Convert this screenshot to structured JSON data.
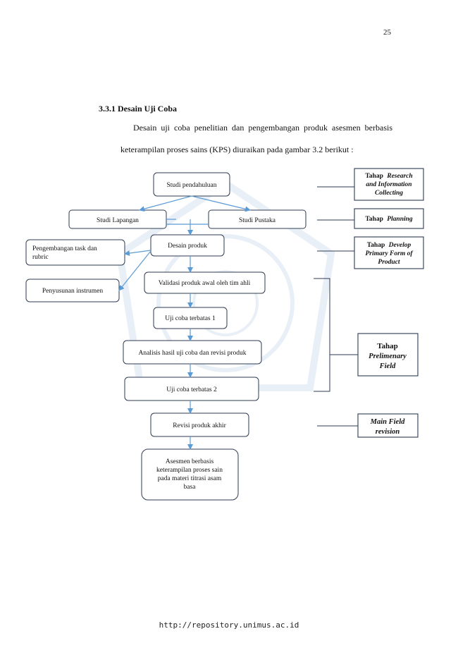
{
  "page_number": "25",
  "section": {
    "title": "3.3.1 Desain Uji Coba",
    "paragraph": "Desain uji coba penelitian dan pengembangan produk asesmen berbasis keterampilan proses sains (KPS) diuraikan pada gambar 3.2 berikut :"
  },
  "flowchart": {
    "studi_pendahuluan": "Studi pendahuluan",
    "studi_lapangan": "Studi Lapangan",
    "studi_pustaka": "Studi Pustaka",
    "desain_produk": "Desain produk",
    "pengembangan_line1": "Pengembangan task dan",
    "pengembangan_line2": "rubric",
    "penyusunan": "Penyusunan instrumen",
    "validasi": "Validasi produk awal oleh tim ahli",
    "uji_coba_1": "Uji coba terbatas 1",
    "analisis": "Analisis hasil uji coba dan revisi produk",
    "uji_coba_2": "Uji coba terbatas 2",
    "revisi": "Revisi produk akhir",
    "asesmen_line1": "Asesmen berbasis",
    "asesmen_line2": "keterampilan proses sain",
    "asesmen_line3": "pada materi titrasi asam",
    "asesmen_line4": "basa"
  },
  "stages": {
    "research_prefix": "Tahap",
    "research_line1": "Research",
    "research_line2": "and Information",
    "research_line3": "Collecting",
    "planning_prefix": "Tahap",
    "planning": "Planning",
    "develop_prefix": "Tahap",
    "develop_line1": "Develop",
    "develop_line2": "Primary Form of",
    "develop_line3": "Product",
    "preliminary_line1": "Tahap",
    "preliminary_line2": "Prelimenary",
    "preliminary_line3": "Field",
    "main_line1": "Main Field",
    "main_line2": "revision"
  },
  "footer": {
    "url": "http://repository.unimus.ac.id"
  },
  "colors": {
    "arrow": "#5b9bd5",
    "box_border": "#2f3b52",
    "watermark": "#b8cce4"
  }
}
